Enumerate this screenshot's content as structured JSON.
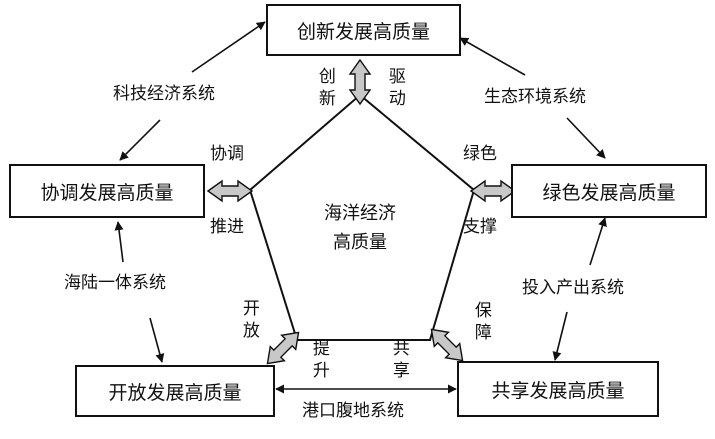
{
  "nodes": {
    "innovation": "创新发展高质量",
    "coordination": "协调发展高质量",
    "green": "绿色发展高质量",
    "openness": "开放发展高质量",
    "sharing": "共享发展高质量",
    "center_line1": "海洋经济",
    "center_line2": "高质量"
  },
  "systems": {
    "tech_economy": "科技经济系统",
    "ecology_environment": "生态环境系统",
    "land_sea": "海陆一体系统",
    "input_output": "投入产出系统",
    "port_hinterland": "港口腹地系统"
  },
  "mechanisms": {
    "innovation_left": "创新",
    "innovation_right": "驱动",
    "coordination_top": "协调",
    "coordination_bottom": "推进",
    "green_top": "绿色",
    "green_bottom": "支撑",
    "open_left": "开放",
    "open_right": "提升",
    "share_left": "共享",
    "share_right": "保障"
  },
  "colors": {
    "line": "#111111",
    "arrow_fill": "#c8c8c8"
  }
}
